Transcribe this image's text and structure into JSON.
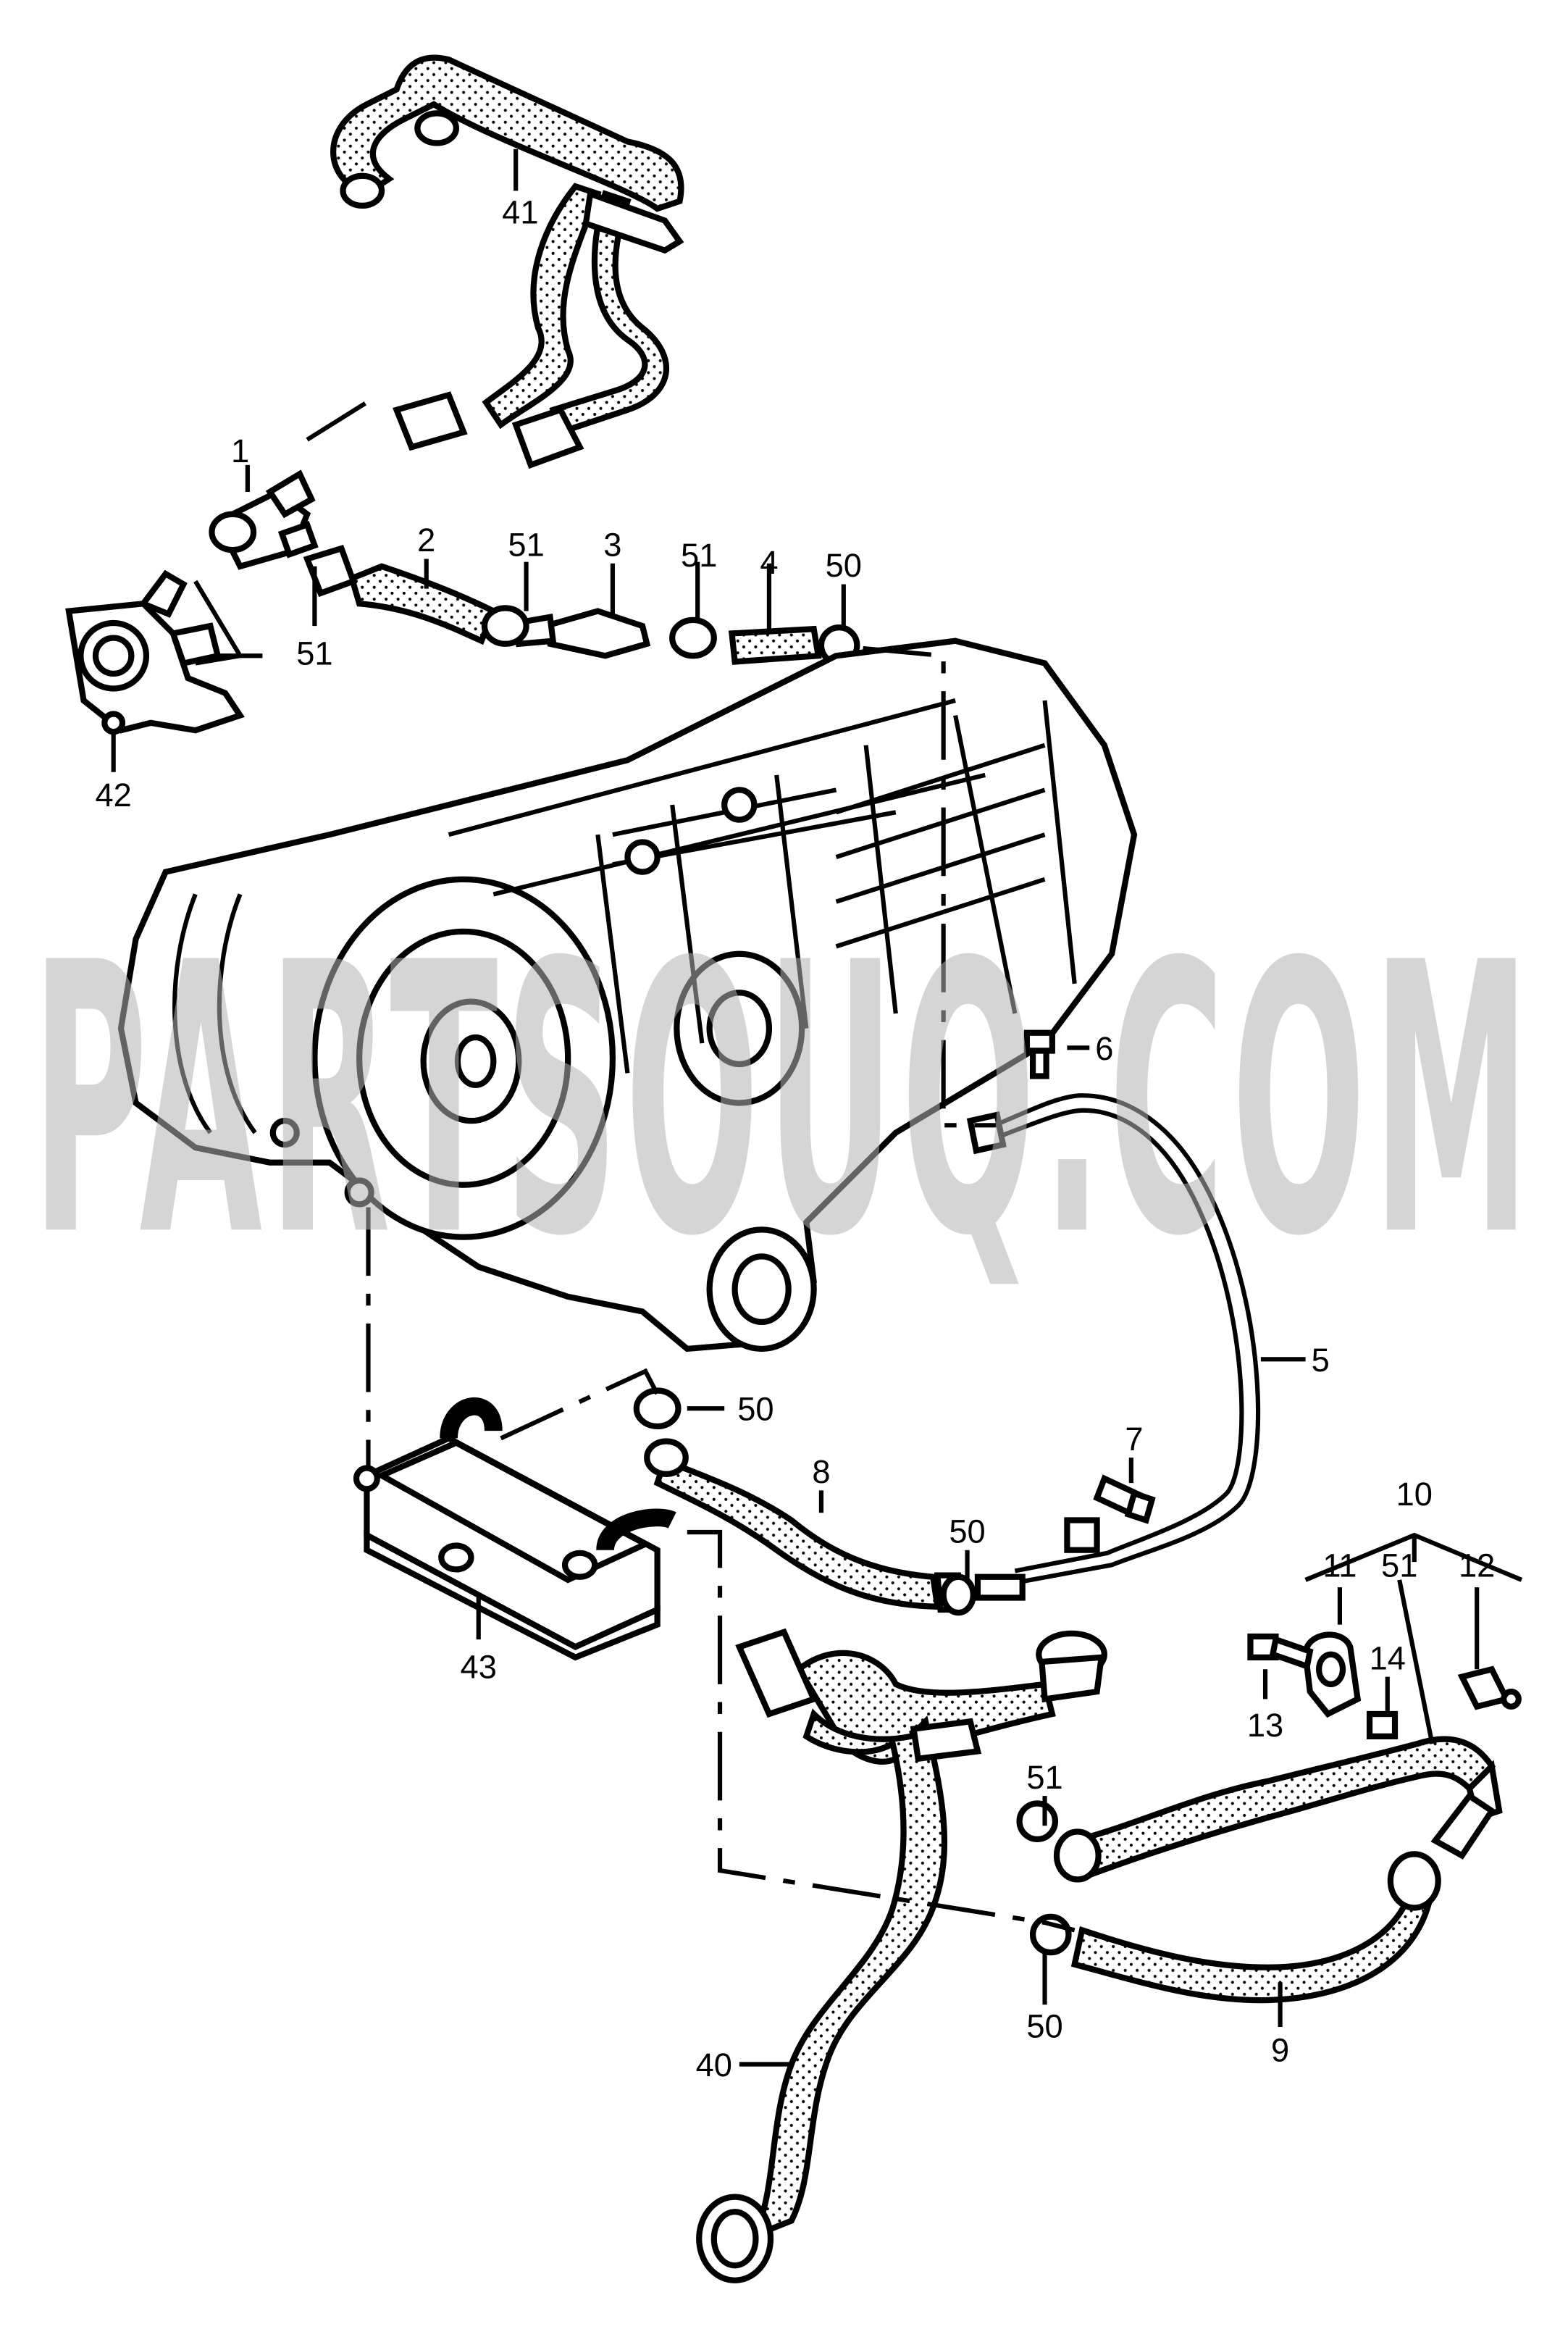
{
  "watermark": "PARTSOUQ.COM",
  "callouts": {
    "c1": "1",
    "c2": "2",
    "c3": "3",
    "c4": "4",
    "c5": "5",
    "c6": "6",
    "c7": "7",
    "c8": "8",
    "c9": "9",
    "c10": "10",
    "c11": "11",
    "c12": "12",
    "c13": "13",
    "c14": "14",
    "c40": "40",
    "c41": "41",
    "c42": "42",
    "c43": "43",
    "c50a": "50",
    "c50b": "50",
    "c50c": "50",
    "c50d": "50",
    "c51a": "51",
    "c51b": "51",
    "c51c": "51",
    "c51d": "51",
    "c51e": "51"
  },
  "colors": {
    "ink": "#000000",
    "paper": "#ffffff",
    "watermark": "#b3b3b3"
  }
}
